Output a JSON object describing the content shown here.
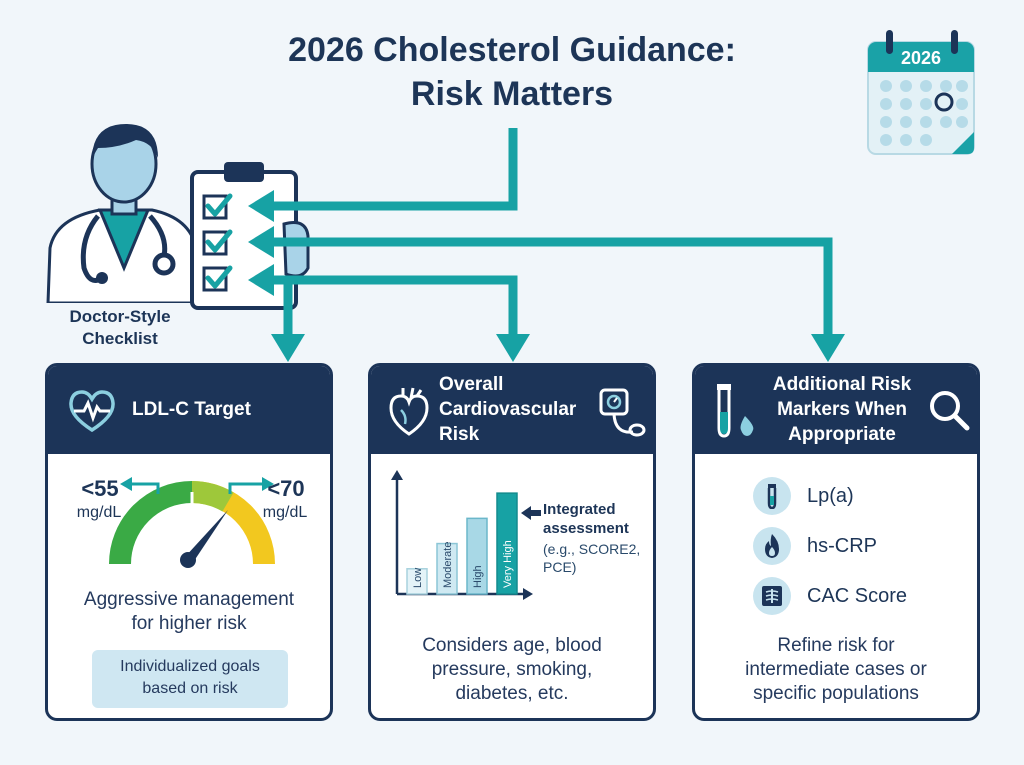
{
  "title": {
    "line1": "2026 Cholesterol Guidance:",
    "line2": "Risk Matters"
  },
  "calendar": {
    "year": "2026"
  },
  "doctor": {
    "label_line1": "Doctor-Style",
    "label_line2": "Checklist"
  },
  "colors": {
    "navy": "#1c3458",
    "teal": "#17a2a4",
    "green": "#3aaa45",
    "yellow": "#f2c81f",
    "light_blue": "#cfe7f2"
  },
  "cards": {
    "ldl": {
      "title": "LDL-C Target",
      "icon": "heart-pulse-icon",
      "gauge_left_value": "<55",
      "gauge_left_unit": "mg/dL",
      "gauge_right_value": "<70",
      "gauge_right_unit": "mg/dL",
      "body_line1": "Aggressive management",
      "body_line2": "for higher risk",
      "goal_line1": "Individualized goals",
      "goal_line2": "based on risk"
    },
    "cv": {
      "title_line1": "Overall",
      "title_line2": "Cardiovascular",
      "title_line3": "Risk",
      "icon_left": "anatomical-heart-icon",
      "icon_right": "blood-pressure-monitor-icon",
      "chart_data": {
        "type": "bar",
        "categories": [
          "Low",
          "Moderate",
          "High",
          "Very High"
        ],
        "values": [
          1,
          2,
          3,
          4
        ],
        "title": "",
        "xlabel": "",
        "ylabel": "",
        "ylim": [
          0,
          4.6
        ]
      },
      "annotation_strong_line1": "Integrated",
      "annotation_strong_line2": "assessment",
      "annotation_light_line1": "(e.g., SCORE2,",
      "annotation_light_line2": "PCE)",
      "body_line1": "Considers age, blood",
      "body_line2": "pressure, smoking,",
      "body_line3": "diabetes, etc."
    },
    "markers": {
      "title_line1": "Additional Risk",
      "title_line2": "Markers When",
      "title_line3": "Appropriate",
      "icon_left": "test-tube-icon",
      "icon_right": "magnifier-icon",
      "items": [
        {
          "label": "Lp(a)",
          "icon": "vial-icon"
        },
        {
          "label": "hs-CRP",
          "icon": "flame-icon"
        },
        {
          "label": "CAC Score",
          "icon": "xray-icon"
        }
      ],
      "body_line1": "Refine risk for",
      "body_line2": "intermediate cases or",
      "body_line3": "specific populations"
    }
  }
}
